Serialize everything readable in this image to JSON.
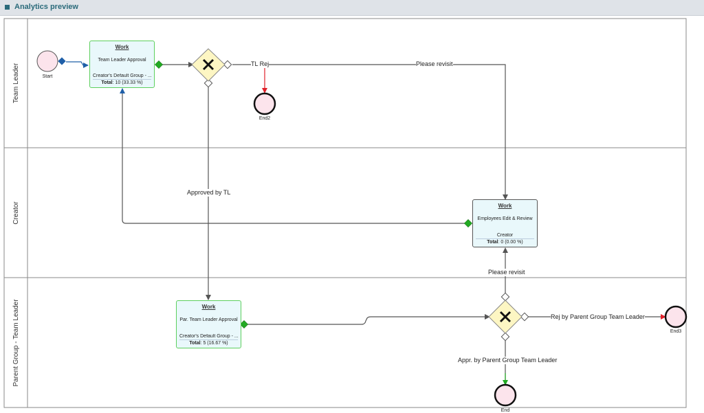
{
  "header": {
    "title": "Analytics preview"
  },
  "lanes": [
    {
      "label": "Team Leader"
    },
    {
      "label": "Creator"
    },
    {
      "label": "Parent Group - Team Leader"
    }
  ],
  "events": {
    "start": "Start",
    "end2": "End2",
    "end3": "End3",
    "end": "End"
  },
  "tasks": {
    "tl_approval": {
      "type": "Work",
      "name": "Team Leader Approval",
      "group": "Creator's Default Group - ...",
      "total_label": "Total",
      "total_value": ": 10 (33.33 %)"
    },
    "emp_edit": {
      "type": "Work",
      "name": "Employees Edit & Review",
      "group": "Creator",
      "total_label": "Total",
      "total_value": ": 0 (0.00 %)"
    },
    "par_tl_approval": {
      "type": "Work",
      "name": "Par. Team Leader Approval",
      "group": "Creator's Default Group - ...",
      "total_label": "Total",
      "total_value": ": 5 (16.67 %)"
    }
  },
  "flows": {
    "tl_rej": "TL Rej",
    "please_revisit_top": "Please revisit",
    "approved_by_tl": "Approved by TL",
    "please_revisit_bottom": "Please revisit",
    "rej_by_parent": "Rej by Parent Group Team Leader",
    "appr_by_parent": "Appr. by Parent Group Team Leader"
  },
  "colors": {
    "task_border": "#5ccf5c",
    "task_fill": "#e9f8fb",
    "event_fill": "#fce4ec",
    "gateway_fill": "#fdf6c3",
    "connector_green": "#22aa22",
    "connector_blue": "#1f5fa8",
    "arrow_red": "#e0202a"
  }
}
